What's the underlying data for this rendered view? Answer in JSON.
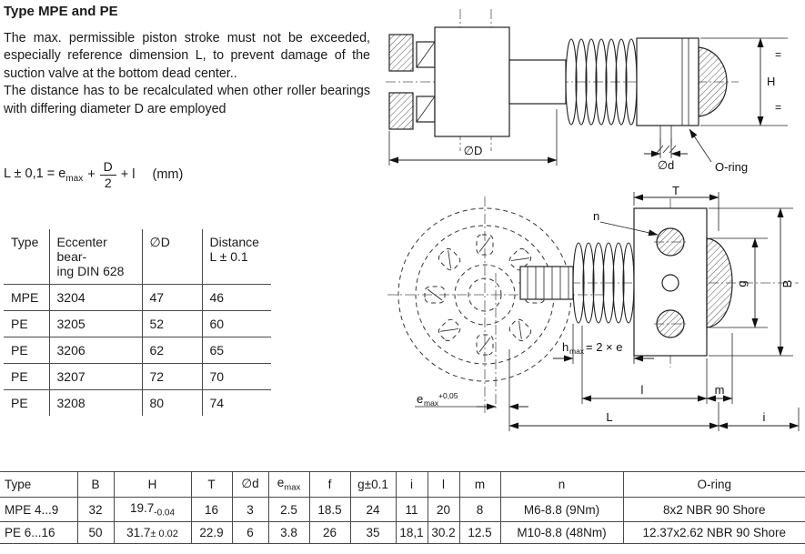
{
  "colors": {
    "ink": "#1a1a1a",
    "paper": "#ffffff"
  },
  "header": {
    "title": "Type MPE and PE"
  },
  "intro": {
    "p1": "The max. permissible piston stroke must not be exceeded, especially reference dimension L, to prevent damage of the suction valve at the bottom dead center..",
    "p2": "The distance has to be recalculated when other roller bearings with differing diameter D are employed"
  },
  "formula": {
    "lead": "L ± 0,1 = e",
    "lead_sub": "max",
    "op1": "+",
    "num": "D",
    "den": "2",
    "op2": "+ l",
    "unit": "(mm)"
  },
  "bearing_table": {
    "headers": {
      "type": "Type",
      "bearing": "Eccenter bear-\ning DIN 628",
      "d": "∅D",
      "distance": "Distance\nL ± 0.1"
    },
    "rows": [
      {
        "type": "MPE",
        "bearing": "3204",
        "d": "47",
        "distance": "46"
      },
      {
        "type": "PE",
        "bearing": "3205",
        "d": "52",
        "distance": "60"
      },
      {
        "type": "PE",
        "bearing": "3206",
        "d": "62",
        "distance": "65"
      },
      {
        "type": "PE",
        "bearing": "3207",
        "d": "72",
        "distance": "70"
      },
      {
        "type": "PE",
        "bearing": "3208",
        "d": "80",
        "distance": "74"
      }
    ]
  },
  "dim_table": {
    "headers": {
      "type": "Type",
      "b": "B",
      "h": "H",
      "t": "T",
      "d": "∅d",
      "emax_base": "e",
      "emax_sub": "max",
      "f": "f",
      "g": "g±0.1",
      "i": "i",
      "l": "l",
      "m": "m",
      "n": "n",
      "oring": "O-ring"
    },
    "rows": [
      {
        "type": "MPE 4...9",
        "b": "32",
        "h_base": "19.7",
        "h_tol": "-0.04",
        "t": "16",
        "d": "3",
        "emax": "2.5",
        "f": "18.5",
        "g": "24",
        "i": "11",
        "l": "20",
        "m": "8",
        "n": "M6-8.8 (9Nm)",
        "oring": "8x2 NBR 90 Shore"
      },
      {
        "type": "PE 6...16",
        "b": "50",
        "h_base": "31.7",
        "h_tol": "± 0.02",
        "t": "22.9",
        "d": "6",
        "emax": "3.8",
        "f": "26",
        "g": "35",
        "i": "18,1",
        "l": "30.2",
        "m": "12.5",
        "n": "M10-8.8 (48Nm)",
        "oring": "12.37x2.62 NBR 90 Shore"
      }
    ]
  },
  "side_view": {
    "dia_D": "∅D",
    "dia_d": "∅d",
    "H": "H",
    "eq_top": "=",
    "eq_bottom": "=",
    "oring": "O-ring"
  },
  "front_view": {
    "T": "T",
    "n": "n",
    "B": "B",
    "g": "g",
    "hmax_h": "h",
    "hmax_sub": "max",
    "hmax_eq": "= 2 × e",
    "emax_e": "e",
    "emax_sub": "max",
    "emax_sup": "+0,05",
    "l": "l",
    "m": "m",
    "L": "L",
    "i": "i"
  }
}
